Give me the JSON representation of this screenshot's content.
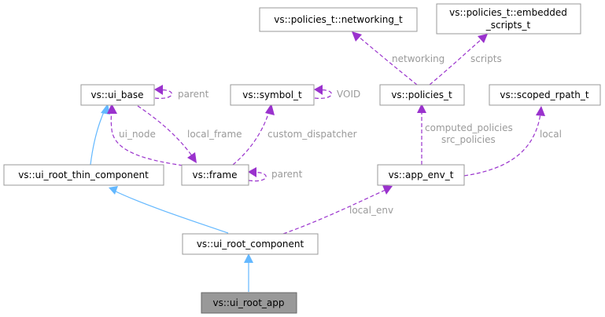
{
  "nodes": {
    "networking_t": "vs::policies_t::networking_t",
    "embedded_1": "vs::policies_t::embedded",
    "embedded_2": "_scripts_t",
    "ui_base": "vs::ui_base",
    "symbol_t": "vs::symbol_t",
    "policies_t": "vs::policies_t",
    "scoped_rpath_t": "vs::scoped_rpath_t",
    "ui_root_thin_component": "vs::ui_root_thin_component",
    "frame": "vs::frame",
    "app_env_t": "vs::app_env_t",
    "ui_root_component": "vs::ui_root_component",
    "ui_root_app": "vs::ui_root_app"
  },
  "edge_labels": {
    "parent_ui_base": "parent",
    "void": "VOID",
    "networking": "networking",
    "scripts": "scripts",
    "ui_node": "ui_node",
    "local_frame": "local_frame",
    "custom_dispatcher": "custom_dispatcher",
    "computed_policies": "computed_policies",
    "src_policies": "src_policies",
    "local": "local",
    "parent_frame": "parent",
    "local_env": "local_env"
  },
  "colors": {
    "inheritance_edge": "#63b8ff",
    "usage_edge": "#9a32cd",
    "edge_label": "#9a9a9a",
    "node_border": "#999999",
    "focus_node_fill": "#999999"
  }
}
